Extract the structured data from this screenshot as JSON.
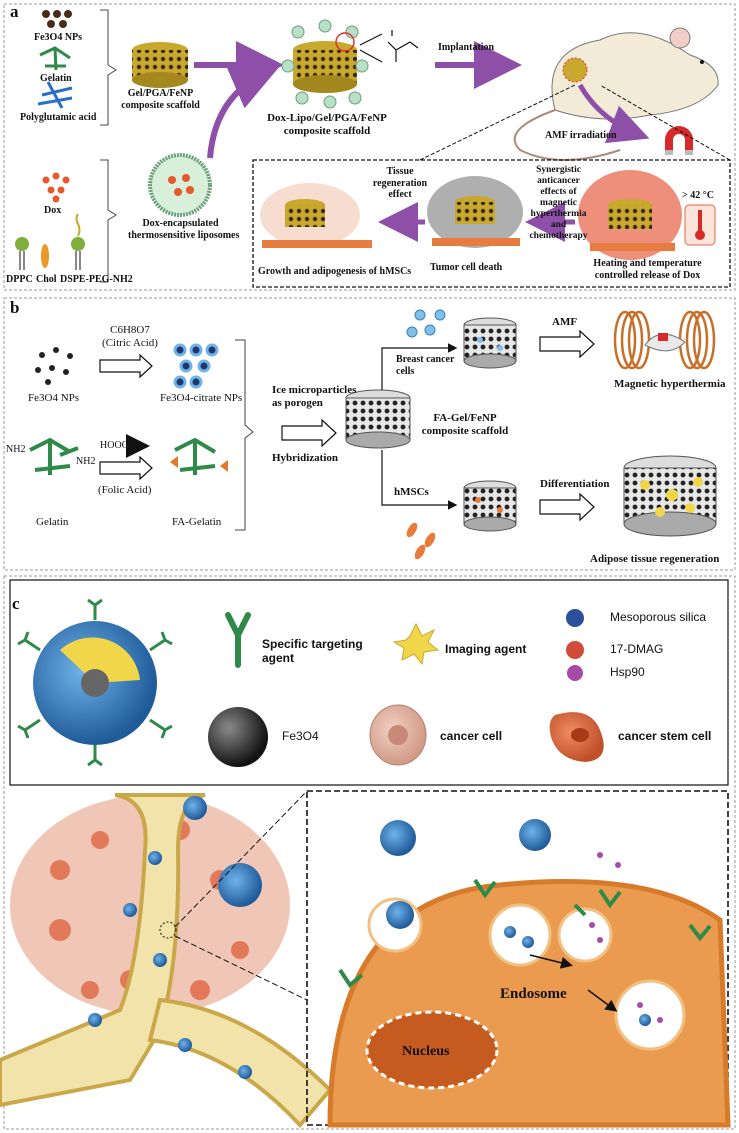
{
  "panel_a": {
    "label": "a",
    "fe3o4": "Fe3O4 NPs",
    "gelatin": "Gelatin",
    "pga": "Polyglutamic acid",
    "dox": "Dox",
    "dppc": "DPPC",
    "chol": "Chol",
    "dspe": "DSPE-PEG-NH2",
    "scaffold1": "Gel/PGA/FeNP\ncomposite scaffold",
    "scaffold2": "Dox-Lipo/Gel/PGA/FeNP\ncomposite scaffold",
    "implantation": "Implantation",
    "amf": "AMF irradiation",
    "lipo": "Dox-encapsulated\nthermosensitive liposomes",
    "temp": "> 42 °C",
    "heat": "Heating and temperature\ncontrolled release of Dox",
    "synergy": "Synergistic\nanticancer\neffects of\nmagnetic\nhyperthermia\nand\nchemotherapy",
    "tumor_death": "Tumor cell death",
    "tissue_regen": "Tissue\nregeneration\neffect",
    "growth": "Growth and adipogenesis of hMSCs"
  },
  "panel_b": {
    "label": "b",
    "c6h8o7": "C6H8O7\n(Citric Acid)",
    "fe3o4": "Fe3O4 NPs",
    "fe3o4_citrate": "Fe3O4-citrate NPs",
    "hooc": "HOOC",
    "folic": "(Folic Acid)",
    "gelatin": "Gelatin",
    "fa_gelatin": "FA-Gelatin",
    "nh2_left": "NH2",
    "nh2_right": "NH2",
    "ice": "Ice microparticles\nas porogen",
    "hybrid": "Hybridization",
    "fa_scaffold": "FA-Gel/FeNP\ncomposite scaffold",
    "breast": "Breast cancer\ncells",
    "amf": "AMF",
    "magnetic": "Magnetic hyperthermia",
    "hmsc": "hMSCs",
    "diff": "Differentiation",
    "adipose": "Adipose tissue regeneration"
  },
  "panel_c": {
    "label": "c",
    "targeting": "Specific targeting\nagent",
    "imaging": "Imaging agent",
    "silica": "Mesoporous silica",
    "dmag": "17-DMAG",
    "hsp": "Hsp90",
    "fe3o4": "Fe3O4",
    "cancer": "cancer cell",
    "stem": "cancer stem cell",
    "endosome": "Endosome",
    "nucleus": "Nucleus"
  },
  "colors": {
    "purple_arrow": "#8e4fa8",
    "gold": "#d9b73c",
    "green": "#2f8a4a",
    "orange": "#e07a2a",
    "blue": "#3a7fc4"
  }
}
